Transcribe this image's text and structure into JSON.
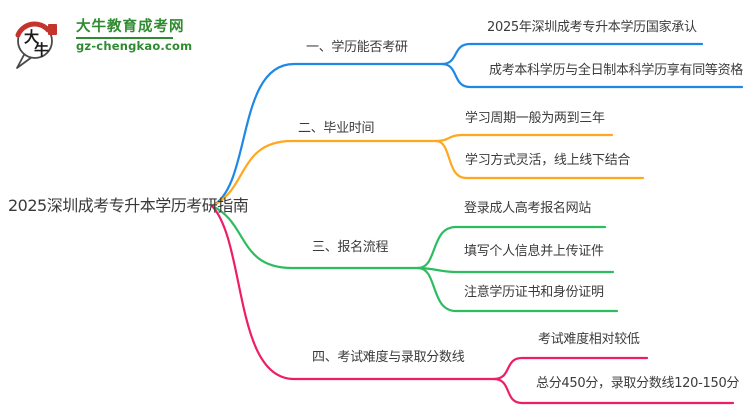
{
  "site": {
    "logo_title": "大牛教育成考网",
    "logo_domain": "gz-chengkao.com",
    "logo_icon_char_top": "大",
    "logo_icon_char_bottom": "牛",
    "brand_green": "#2e8b2f",
    "brand_red": "#c4342b"
  },
  "mindmap": {
    "root": "2025深圳成考专升本学历考研指南",
    "branches": [
      {
        "label": "一、学历能否考研",
        "color": "#1E88E5",
        "children": [
          "2025年深圳成考专升本学历国家承认",
          "成考本科学历与全日制本科学历享有同等资格"
        ]
      },
      {
        "label": "二、毕业时间",
        "color": "#FFA71F",
        "children": [
          "学习周期一般为两到三年",
          "学习方式灵活，线上线下结合"
        ]
      },
      {
        "label": "三、报名流程",
        "color": "#2DBD60",
        "children": [
          "登录成人高考报名网站",
          "填写个人信息并上传证件",
          "注意学历证书和身份证明"
        ]
      },
      {
        "label": "四、考试难度与录取分数线",
        "color": "#ED1E67",
        "children": [
          "考试难度相对较低",
          "总分450分，录取分数线120-150分"
        ]
      }
    ]
  }
}
